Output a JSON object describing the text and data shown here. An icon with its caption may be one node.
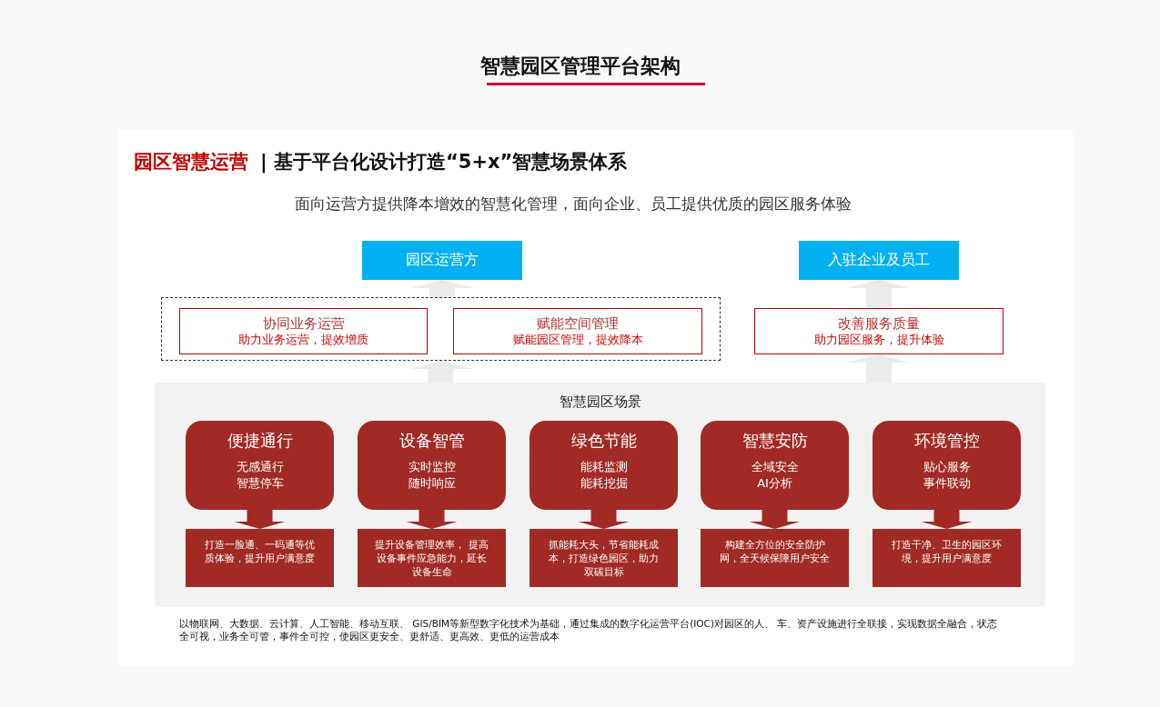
{
  "diagram": {
    "title": "智慧园区管理平台架构",
    "nodes": [
      {
        "text": [
          "园区运营方"
        ]
      },
      {
        "text": [
          "入驻企业及员工"
        ]
      },
      {
        "text": [],
        "shape": "box"
      },
      {
        "text": [
          "协同业务运营",
          "助力业务运营，提效增质"
        ],
        "in": 2
      },
      {
        "text": [
          "赋能空间管理",
          "赋能园区管理，提效降本"
        ],
        "in": 2
      },
      {
        "text": [
          "改善服务质量",
          "助力园区服务，提升体验"
        ]
      },
      {
        "text": [
          "智慧园区场景"
        ]
      },
      {
        "text": [
          "便捷通行",
          "无感通行",
          "智慧停车"
        ],
        "in": 6
      },
      {
        "text": [
          "打造一脸通、一码通等优质体验，提升用户满意度"
        ],
        "in": 6
      },
      {
        "text": [
          "设备智管",
          "实时监控",
          "随时响应"
        ],
        "in": 6
      },
      {
        "text": [
          "提升设备管理效率， 提高设备事件应急能力，延长设备生命"
        ],
        "in": 6
      },
      {
        "text": [
          "绿色节能",
          "能耗监测",
          "能耗挖掘"
        ],
        "in": 6
      },
      {
        "text": [
          "抓能耗大头，节省能耗成本，打造绿色园区，助力双碳目标"
        ],
        "in": 6
      },
      {
        "text": [
          "智慧安防",
          "全域安全",
          "AI分析"
        ],
        "in": 6
      },
      {
        "text": [
          "构建全方位的安全防护网，全天候保障用户安全"
        ],
        "in": 6
      },
      {
        "text": [
          "环境管控",
          "贴心服务",
          "事件联动"
        ],
        "in": 6
      },
      {
        "text": [
          "打造干净、卫生的园区环境，提升用户满意度"
        ],
        "in": 6
      }
    ],
    "edges": [
      {
        "from": 2,
        "to": 0,
        "arrow": "to",
        "color": "#ebebeb"
      },
      {
        "from": 6,
        "to": 2,
        "arrow": "to",
        "color": "#ebebeb"
      },
      {
        "from": 5,
        "to": 1,
        "arrow": "to",
        "color": "#ebebeb"
      },
      {
        "from": 6,
        "to": 5,
        "arrow": "to",
        "color": "#ebebeb"
      },
      {
        "from": 7,
        "to": 8,
        "arrow": "to"
      },
      {
        "from": 9,
        "to": 10,
        "arrow": "to"
      },
      {
        "from": 11,
        "to": 12,
        "arrow": "to"
      },
      {
        "from": 13,
        "to": 14,
        "arrow": "to"
      },
      {
        "from": 15,
        "to": 16,
        "arrow": "to"
      }
    ],
    "labels": [
      "园区智慧运营",
      "| 基于平台化设计打造“5+x”智慧场景体系",
      "面向运营方提供降本增效的智慧化管理，面向企业、员工提供优质的园区服务体验",
      "以物联网、大数据、云计算、人工智能、移动互联、 GIS/BIM等新型数字化技术为基础，通过集成的数字化运营平台(IOC)对园区的人、 车、资产设施进行全联接，实现数据全融合，状态全可视，业务全可管，事件全可控，使园区更安全、更舒适、更高效、更低的运营成本"
    ]
  }
}
